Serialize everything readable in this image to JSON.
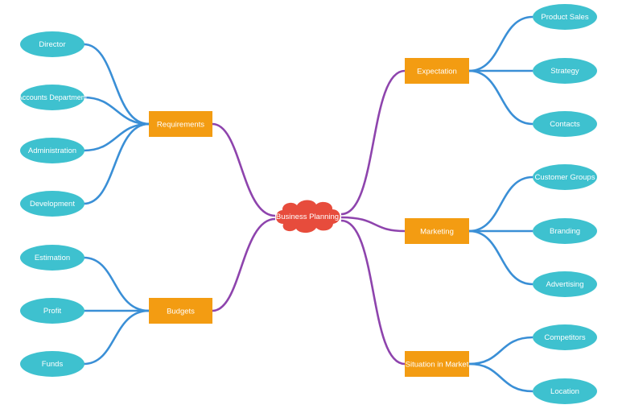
{
  "diagram": {
    "central": {
      "label": "Business Planning",
      "color": "#e74c3c"
    },
    "colors": {
      "branch_line": "#8e44ad",
      "leaf_line": "#3a8fd6",
      "branch_fill": "#f39c12",
      "leaf_fill": "#3ec1cf"
    },
    "branches": [
      {
        "label": "Requirements",
        "leaves": [
          "Director",
          "Accounts Department",
          "Administration",
          "Development"
        ]
      },
      {
        "label": "Budgets",
        "leaves": [
          "Estimation",
          "Profit",
          "Funds"
        ]
      },
      {
        "label": "Expectation",
        "leaves": [
          "Product Sales",
          "Strategy",
          "Contacts"
        ]
      },
      {
        "label": "Marketing",
        "leaves": [
          "Customer Groups",
          "Branding",
          "Advertising"
        ]
      },
      {
        "label": "Situation in Market",
        "leaves": [
          "Competitors",
          "Location"
        ]
      }
    ]
  }
}
